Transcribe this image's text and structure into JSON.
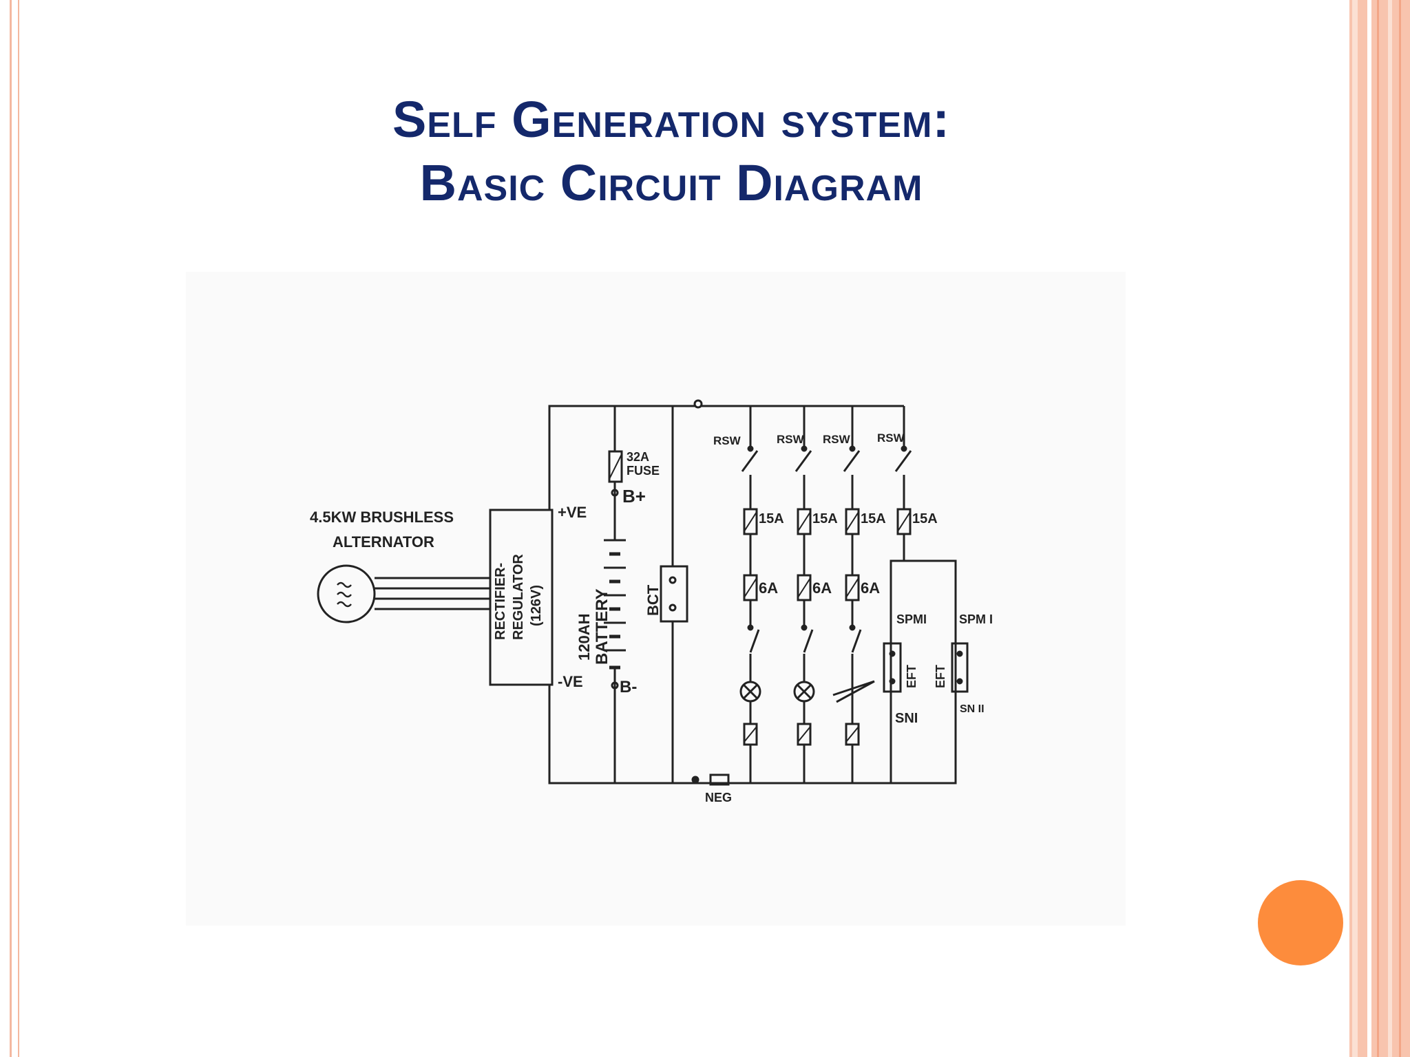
{
  "slide": {
    "title_line1": "Self Generation system:",
    "title_line2": "Basic Circuit Diagram"
  },
  "diagram": {
    "alternator_label_1": "4.5KW BRUSHLESS",
    "alternator_label_2": "ALTERNATOR",
    "rectifier_1": "RECTIFIER-",
    "rectifier_2": "REGULATOR",
    "rectifier_3": "(126V)",
    "pos_terminal": "+VE",
    "neg_terminal": "-VE",
    "fuse_1": "32A",
    "fuse_2": "FUSE",
    "b_plus": "B+",
    "b_minus": "B-",
    "battery_1": "120AH",
    "battery_2": "BATTERY",
    "bct": "BCT",
    "rsw": "RSW",
    "fuse_15a": "15A",
    "fuse_6a": "6A",
    "spm1": "SPMI",
    "spm2": "SPM I",
    "eft": "EFT",
    "sn1": "SNI",
    "sn2": "SN II",
    "neg": "NEG"
  },
  "colors": {
    "title": "#14286b",
    "accent_orange": "#fd8c3c",
    "border_peach": "#f8c4ae"
  }
}
